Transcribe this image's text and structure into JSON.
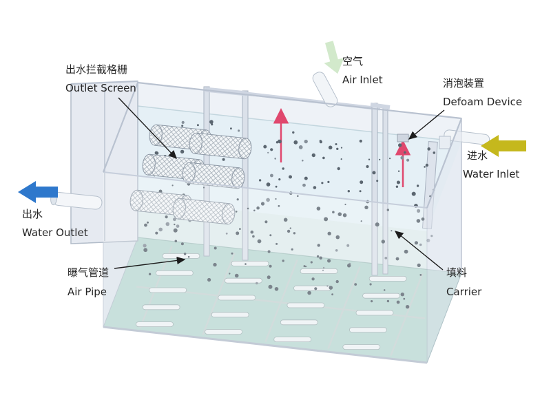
{
  "figure": {
    "description": "MBBR aeration treatment tank cutaway diagram"
  },
  "labels": {
    "outlet_screen": {
      "zh": "出水拦截格栅",
      "en": "Outlet Screen"
    },
    "air_inlet": {
      "zh": "空气",
      "en": "Air Inlet"
    },
    "defoam_device": {
      "zh": "消泡装置",
      "en": "Defoam Device"
    },
    "water_inlet": {
      "zh": "进水",
      "en": "Water Inlet"
    },
    "water_outlet": {
      "zh": "出水",
      "en": "Water Outlet"
    },
    "air_pipe": {
      "zh": "曝气管道",
      "en": "Air Pipe"
    },
    "carrier": {
      "zh": "填料",
      "en": "Carrier"
    }
  },
  "colors": {
    "annotation": "#1c1c1c",
    "water_outlet_arrow": "#2e78cc",
    "water_inlet_arrow": "#c5b81d",
    "air_inlet_arrow": "#d2e9cb",
    "defoam_arrow": "#e0486e",
    "tank_wall": "#e6eaf1",
    "water_surface": "#e3f0f5",
    "tank_floor": "#b9d8d3",
    "carrier_dot": "#5b6670"
  },
  "carriers": {
    "count": 210
  }
}
